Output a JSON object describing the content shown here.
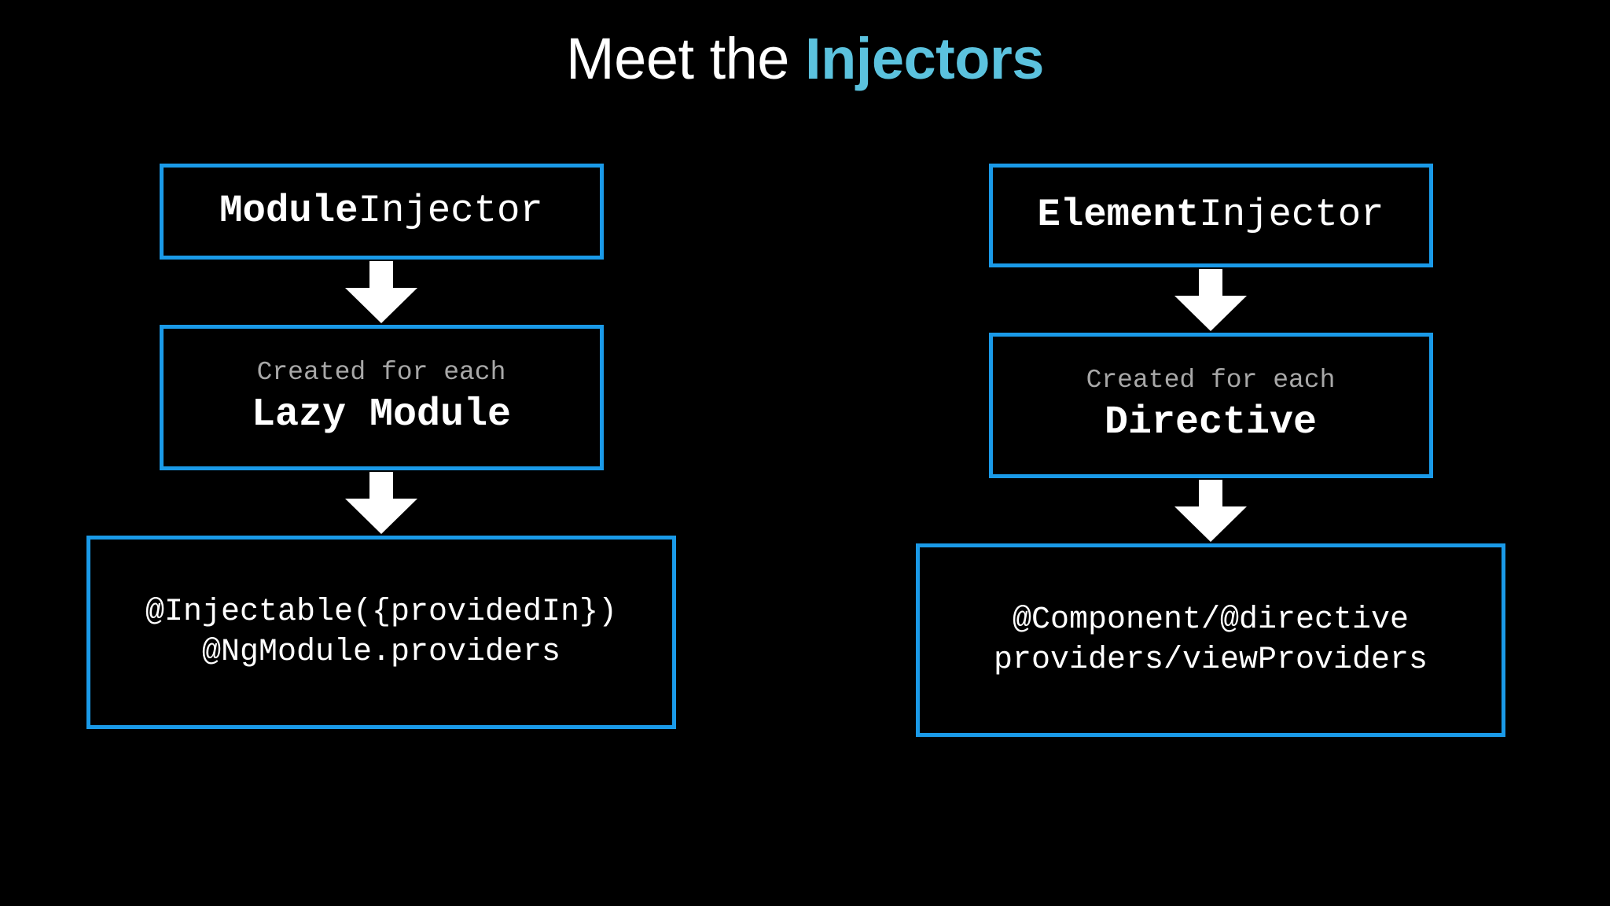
{
  "slide": {
    "background_color": "#000000",
    "accent_color": "#5bc2de",
    "border_color": "#1a9ae8",
    "title": {
      "plain": "Meet the ",
      "accent": "Injectors"
    }
  },
  "columns": [
    {
      "id": "module-injector",
      "injector": {
        "bold_part": "Module",
        "plain_part": "Injector"
      },
      "scope": {
        "label": "Created for each",
        "value": "Lazy Module"
      },
      "providers": {
        "line1": "@Injectable({providedIn})",
        "line2": "@NgModule.providers"
      }
    },
    {
      "id": "element-injector",
      "injector": {
        "bold_part": "Element",
        "plain_part": "Injector"
      },
      "scope": {
        "label": "Created for each",
        "value": "Directive"
      },
      "providers": {
        "line1": "@Component/@directive",
        "line2": "providers/viewProviders"
      }
    }
  ],
  "arrows": {
    "icon": "arrow-down-icon",
    "color": "#ffffff",
    "count": 4
  }
}
